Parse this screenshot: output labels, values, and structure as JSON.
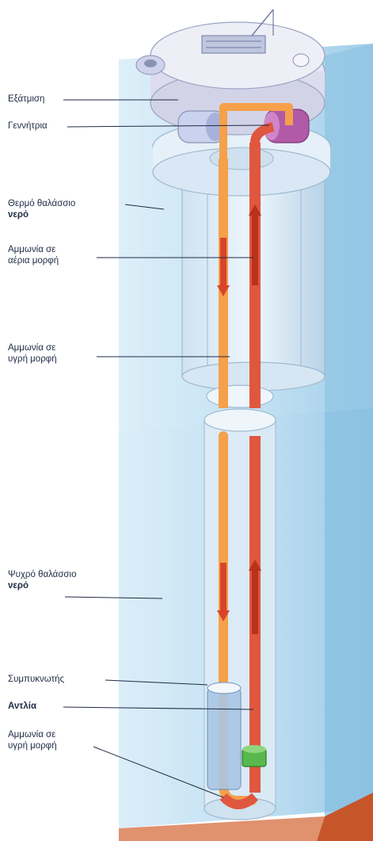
{
  "labels": {
    "exatmisi": "Εξάτμιση",
    "gennitria": "Γεννήτρια",
    "thermo_line1": "Θερμό θαλάσσιο",
    "thermo_line2": "νερό",
    "ammonia_aeria_line1": "Αμμωνία σε",
    "ammonia_aeria_line2": "αέρια μορφή",
    "ammonia_ygri_line1": "Αμμωνία σε",
    "ammonia_ygri_line2": "υγρή μορφή",
    "psychro_line1": "Ψυχρό θαλάσσιο",
    "psychro_line2": "νερό",
    "sympyknotis": "Συμπυκνωτής",
    "antlia": "Αντλία",
    "ammonia_ygri_bottom_line1": "Αμμωνία σε",
    "ammonia_ygri_bottom_line2": "υγρή μορφή"
  },
  "colors": {
    "ocean_water": "#bfe0f2",
    "ocean_edge": "#8ec4e6",
    "structure": "#e3eef7",
    "liquid_pipe": "#f5a04a",
    "gas_pipe": "#e0573f",
    "pump": "#59b84b",
    "sea_floor": "#c6552a",
    "generator": "#b05aa8"
  }
}
